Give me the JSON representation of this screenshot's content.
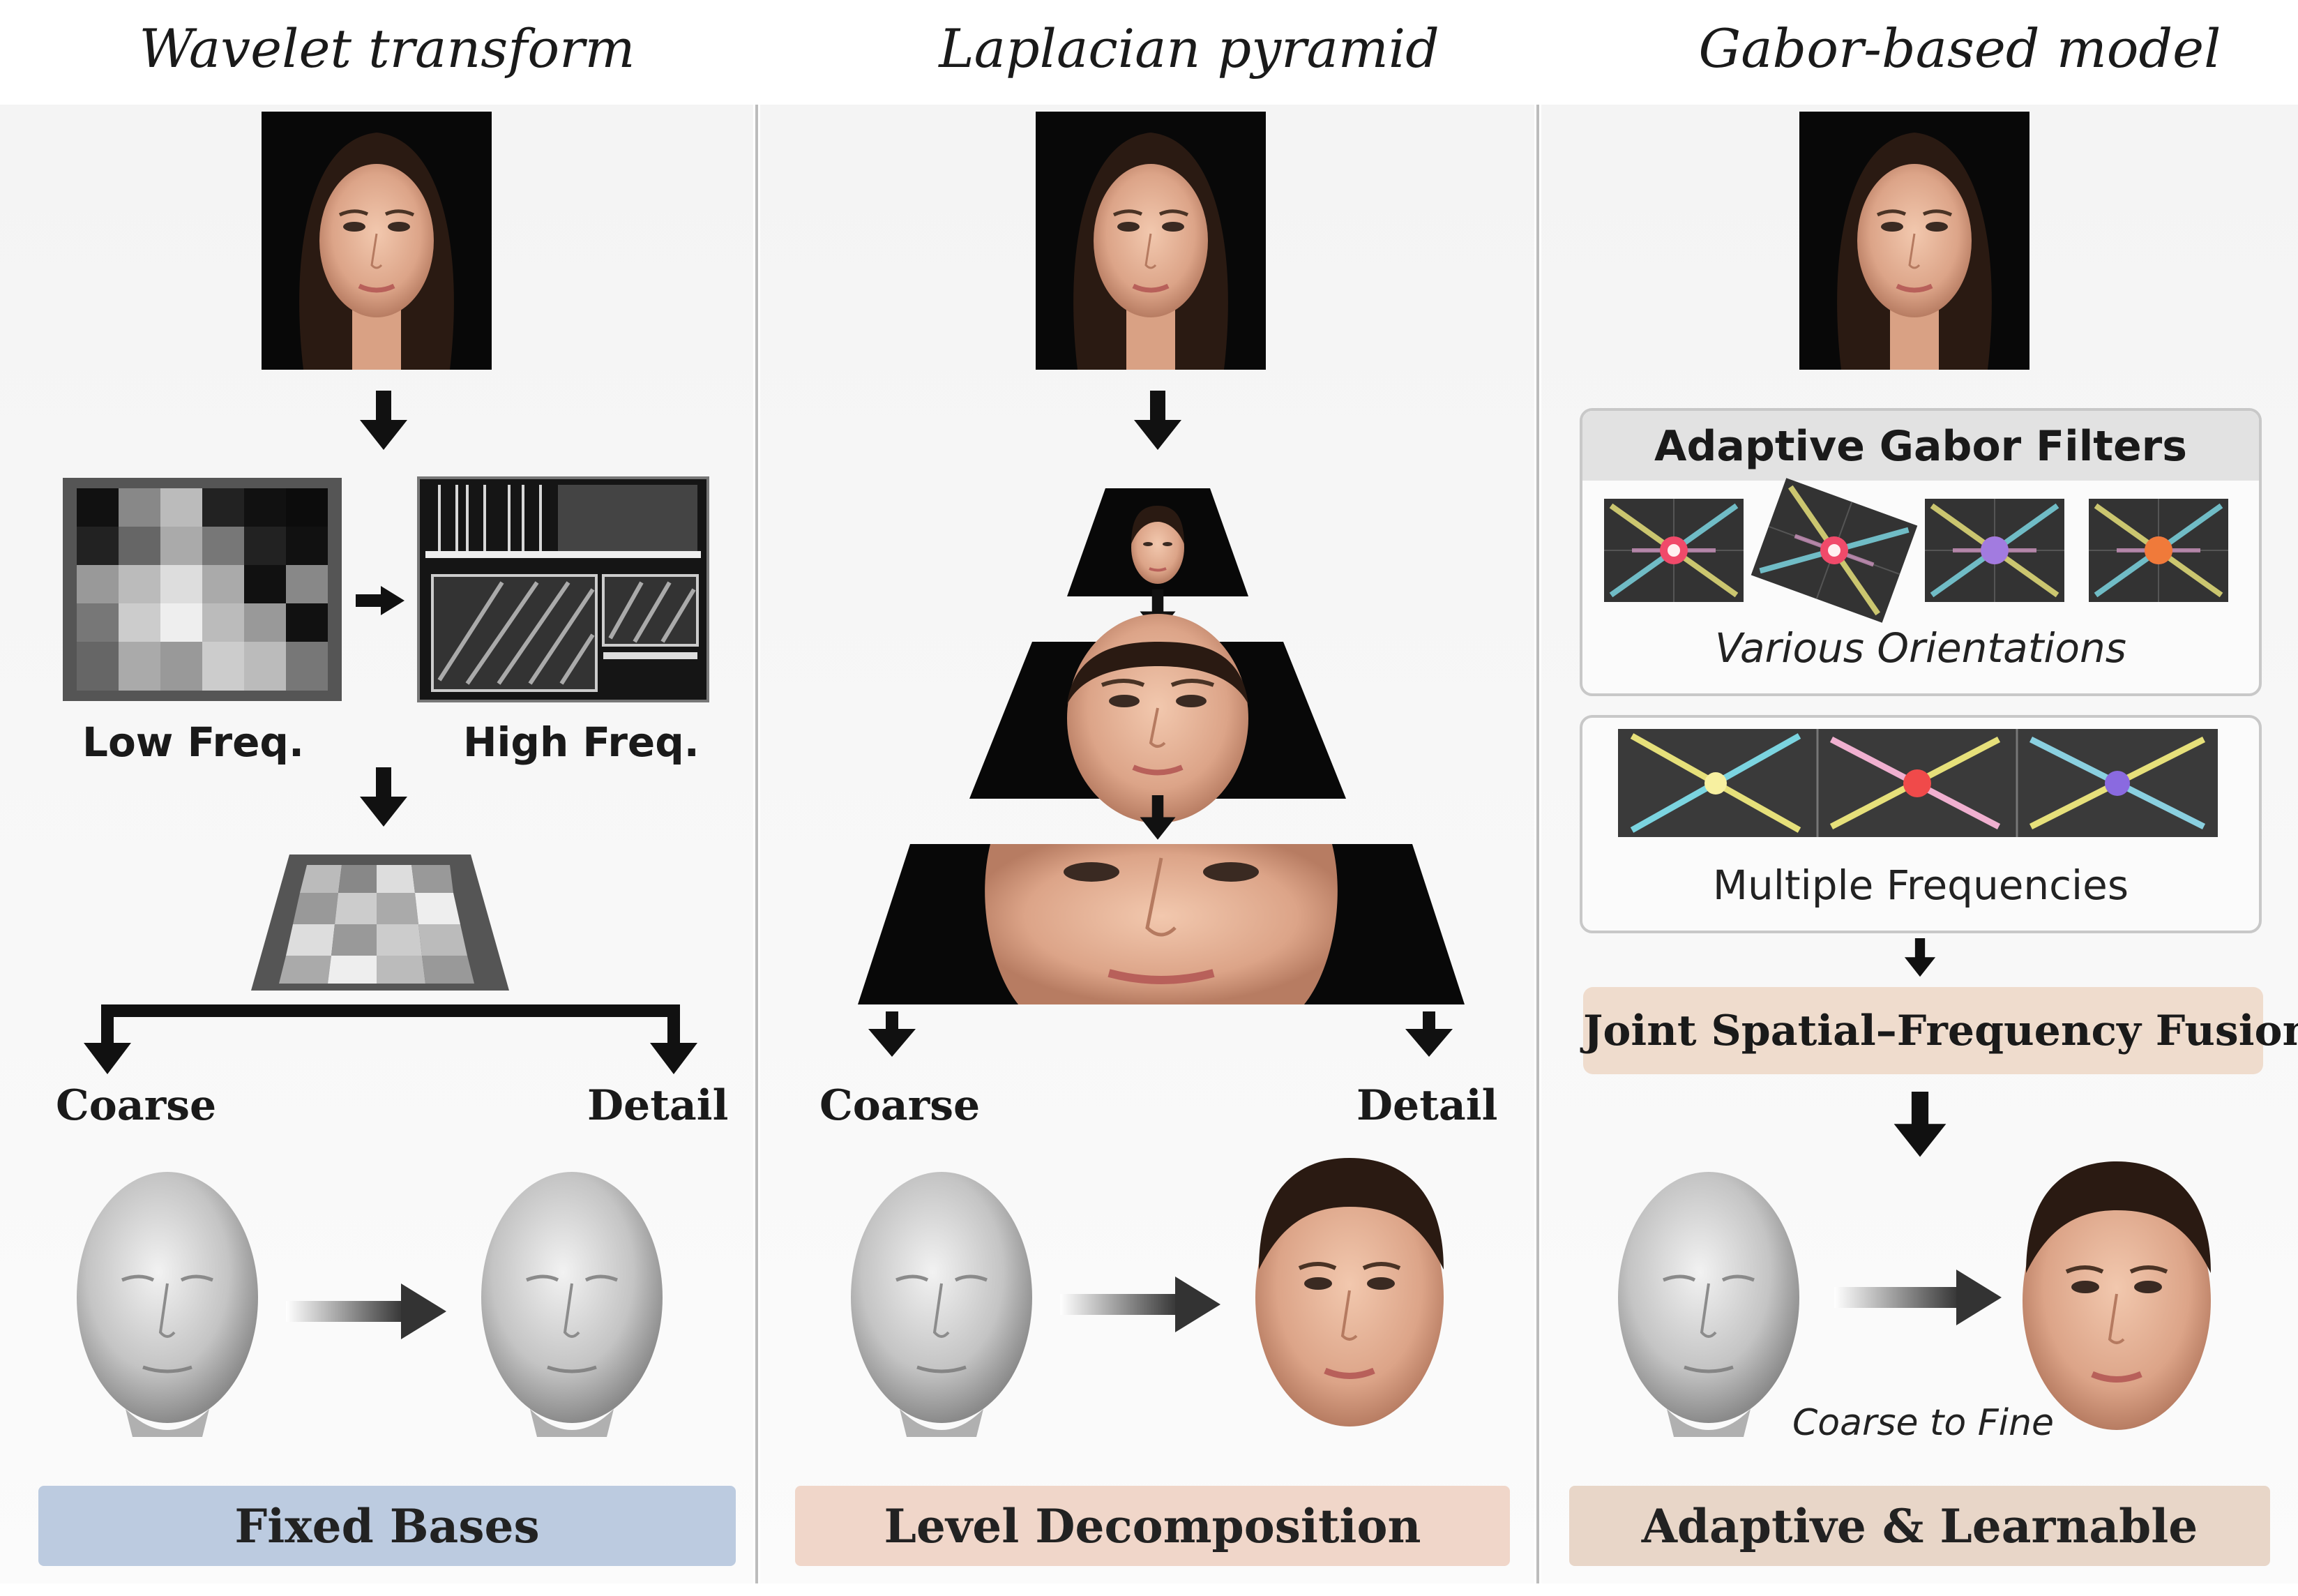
{
  "titles": {
    "wavelet": "Wavelet transform",
    "laplacian": "Laplacian pyramid",
    "gabor": "Gabor-based model"
  },
  "wavelet": {
    "low_freq": "Low Freq.",
    "high_freq": "High Freq.",
    "coarse": "Coarse",
    "detail": "Detail",
    "footer": "Fixed Bases"
  },
  "laplacian": {
    "coarse": "Coarse",
    "detail": "Detail",
    "footer": "Level Decomposition"
  },
  "gabor": {
    "filters_title": "Adaptive Gabor Filters",
    "orientations": "Various Orientations",
    "frequencies": "Multiple Frequencies",
    "fusion": "Joint Spatial–Frequency Fusion",
    "coarse_to_fine": "Coarse to Fine",
    "footer": "Adaptive & Learnable"
  },
  "colors": {
    "footer_blue": "#bccbe0",
    "footer_peach": "#f0d6c9",
    "footer_tan": "#e8d6c8",
    "fusion_bg": "#efdccd",
    "filters_header": "#e2e2e2"
  }
}
